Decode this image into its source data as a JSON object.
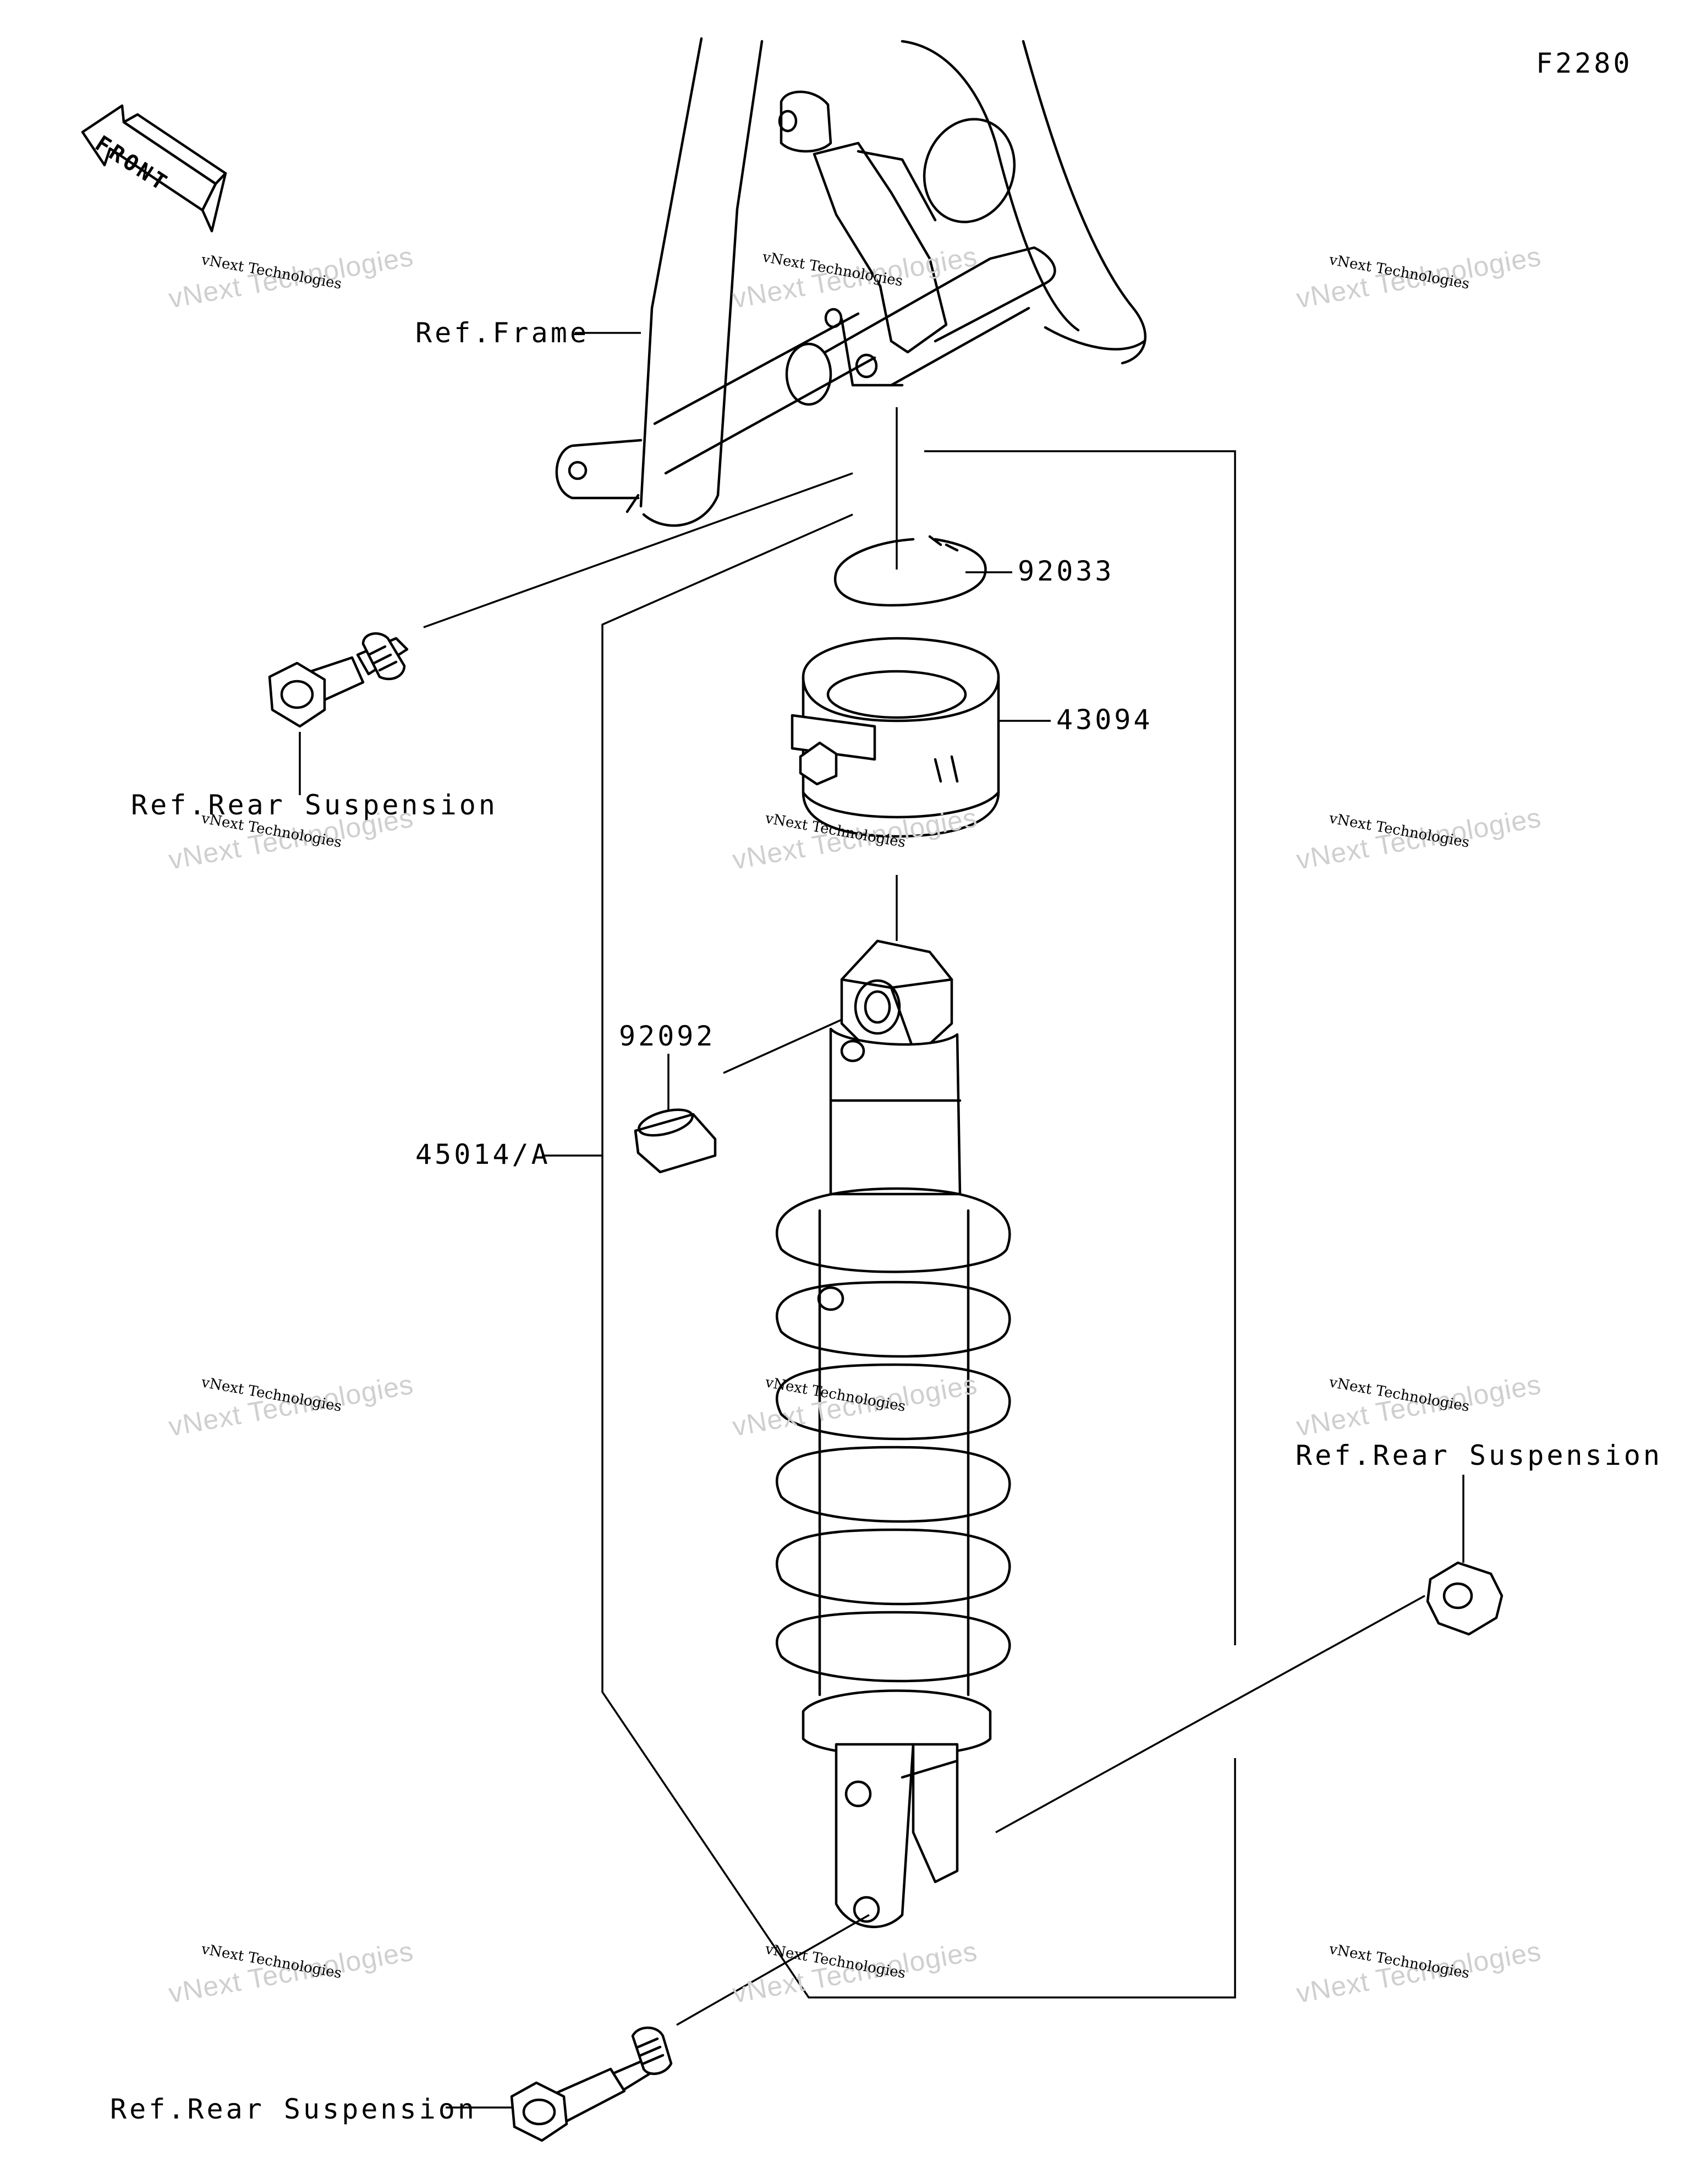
{
  "figure_code": "F2280",
  "front_badge": "FRONT",
  "labels": {
    "ref_frame": "Ref.Frame",
    "snap_ring": "92033",
    "spring_adjuster": "43094",
    "collar": "92092",
    "shock_absorber": "45014/A",
    "ref_rear_susp_bolt_top": "Ref.Rear Suspension",
    "ref_rear_susp_nut": "Ref.Rear Suspension",
    "ref_rear_susp_bolt_bottom": "Ref.Rear Suspension"
  },
  "watermark": {
    "small": "vNext Technologies",
    "large": "vNext Technologies"
  }
}
